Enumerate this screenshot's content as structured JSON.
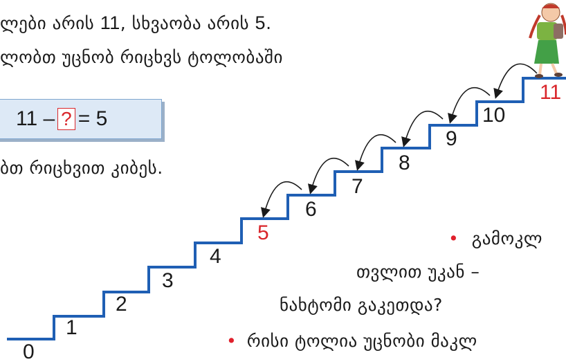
{
  "text": {
    "line1_a": "ლები არის ",
    "line1_n1": "11",
    "line1_b": ", სხვაობა არის ",
    "line1_n2": "5",
    "line1_c": ".",
    "line2": "ლობთ უცნობ რიცხვს ტოლობაში",
    "line3": "ბთ რიცხვით კიბეს.",
    "q1_bullet": "•",
    "q1_a": "გამოკლ",
    "q1_b": "თვლით უკან –",
    "q1_c": "ნახტომი გაკეთდა?",
    "q2_bullet": "•",
    "q2": "რისი ტოლია უცნობი მაკლ"
  },
  "equation": {
    "left": "11 –",
    "unknown": "?",
    "right": "= 5"
  },
  "staircase": {
    "steps": [
      "0",
      "1",
      "2",
      "3",
      "4",
      "5",
      "6",
      "7",
      "8",
      "9",
      "10",
      "11"
    ],
    "highlighted": [
      "5",
      "11"
    ],
    "colors": {
      "stair": "#1f5fb4",
      "highlight": "#d9262b",
      "arrow": "#1a1a1a"
    }
  }
}
